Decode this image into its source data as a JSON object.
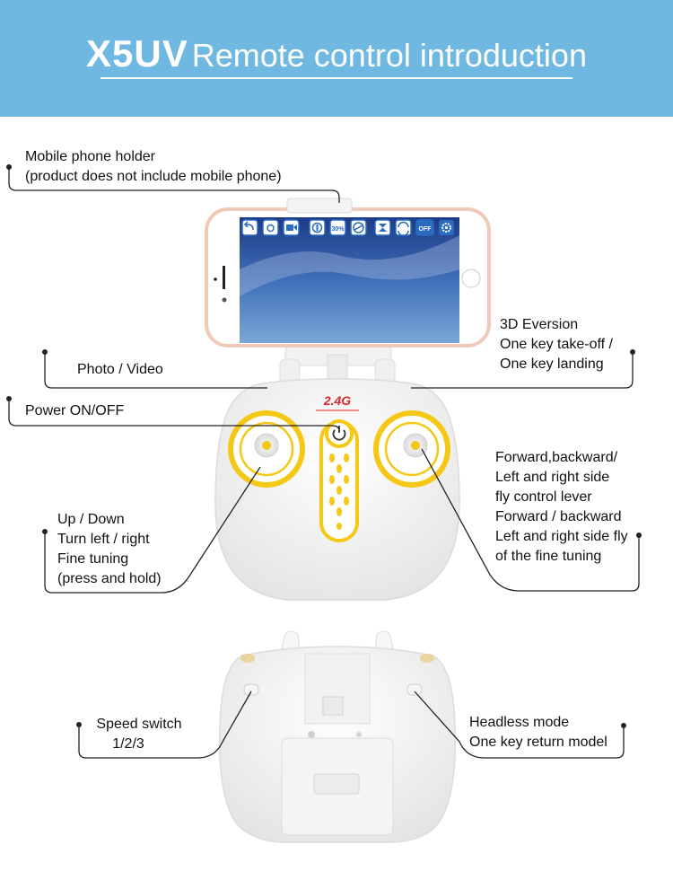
{
  "header": {
    "model": "X5UV",
    "title_rest": "Remote control introduction",
    "background": "#6fb8e2"
  },
  "top_view": {
    "brand_logo": "2.4G",
    "labels": {
      "phone_holder": [
        "Mobile phone holder",
        "(product does not include mobile phone)"
      ],
      "photo_video": "Photo / Video",
      "power": "Power ON/OFF",
      "left_stick": [
        "Up / Down",
        "Turn left / right",
        "Fine tuning",
        "(press and hold)"
      ],
      "three_d": [
        "3D Eversion",
        "One key take-off /",
        "One key landing"
      ],
      "right_stick": [
        "Forward,backward/",
        "Left and right side",
        "fly control lever",
        "Forward / backward",
        "Left and right side fly",
        "of the fine tuning"
      ]
    },
    "app_icons": [
      "back-icon",
      "camera-icon",
      "video-icon",
      "gyro-icon",
      "speed-icon",
      "3d-flip-icon",
      "hourglass-icon",
      "headless-icon",
      "off-icon",
      "settings-icon"
    ],
    "app_icon_text": {
      "speed": "30%",
      "off": "OFF"
    }
  },
  "bottom_view": {
    "labels": {
      "speed_switch": [
        "Speed switch",
        "1/2/3"
      ],
      "headless": [
        "Headless mode",
        "One key return model"
      ]
    }
  },
  "colors": {
    "accent_yellow": "#f5c815",
    "logo_red": "#e0262a",
    "callout_line": "#222222",
    "phone_frame": "#f3d6c8"
  }
}
